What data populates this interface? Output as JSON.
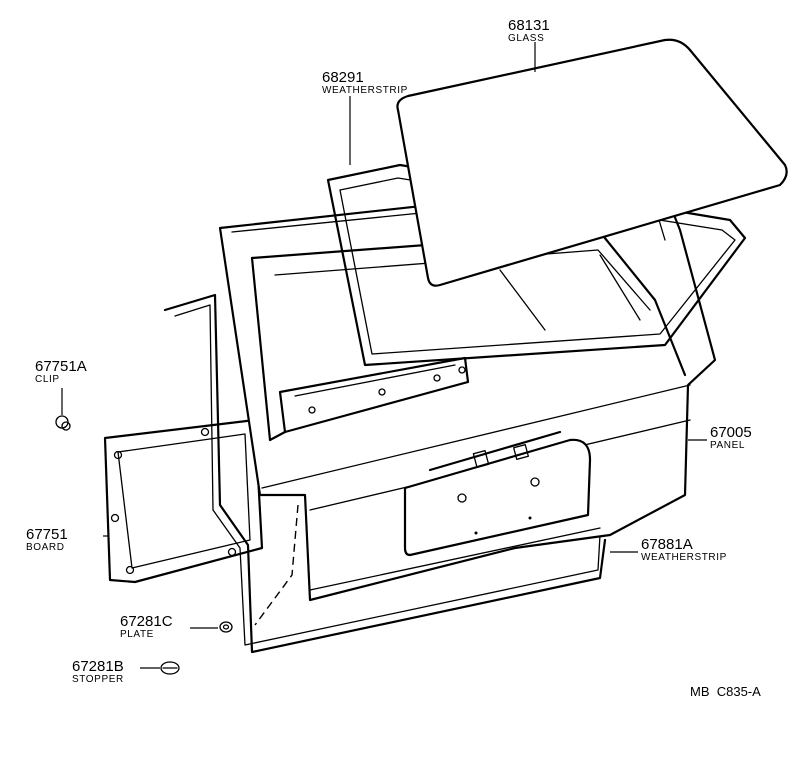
{
  "parts": [
    {
      "id": "glass",
      "number": "68131",
      "name": "GLASS"
    },
    {
      "id": "weatherstrip-glass",
      "number": "68291",
      "name": "WEATHERSTRIP"
    },
    {
      "id": "clip",
      "number": "67751A",
      "name": "CLIP"
    },
    {
      "id": "panel",
      "number": "67005",
      "name": "PANEL"
    },
    {
      "id": "board",
      "number": "67751",
      "name": "BOARD"
    },
    {
      "id": "weatherstrip-door",
      "number": "67881A",
      "name": "WEATHERSTRIP"
    },
    {
      "id": "plate",
      "number": "67281C",
      "name": "PLATE"
    },
    {
      "id": "stopper",
      "number": "67281B",
      "name": "STOPPER"
    }
  ],
  "reference_code": "MB  C835-A"
}
